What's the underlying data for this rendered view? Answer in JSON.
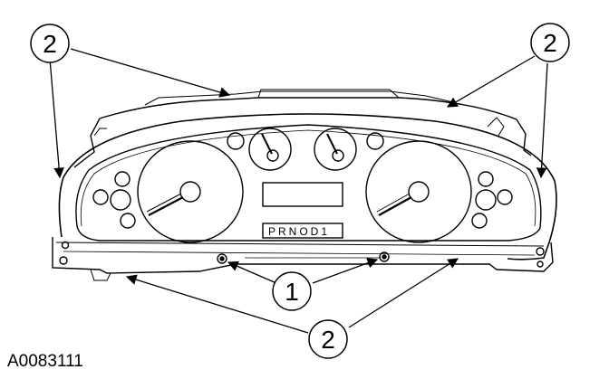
{
  "figure": {
    "id": "A0083111",
    "gear_indicator": "PRNOD1",
    "callouts": [
      {
        "label": "2",
        "part": "outer-clip"
      },
      {
        "label": "2",
        "part": "outer-clip"
      },
      {
        "label": "1",
        "part": "screw"
      },
      {
        "label": "2",
        "part": "outer-clip"
      }
    ]
  }
}
